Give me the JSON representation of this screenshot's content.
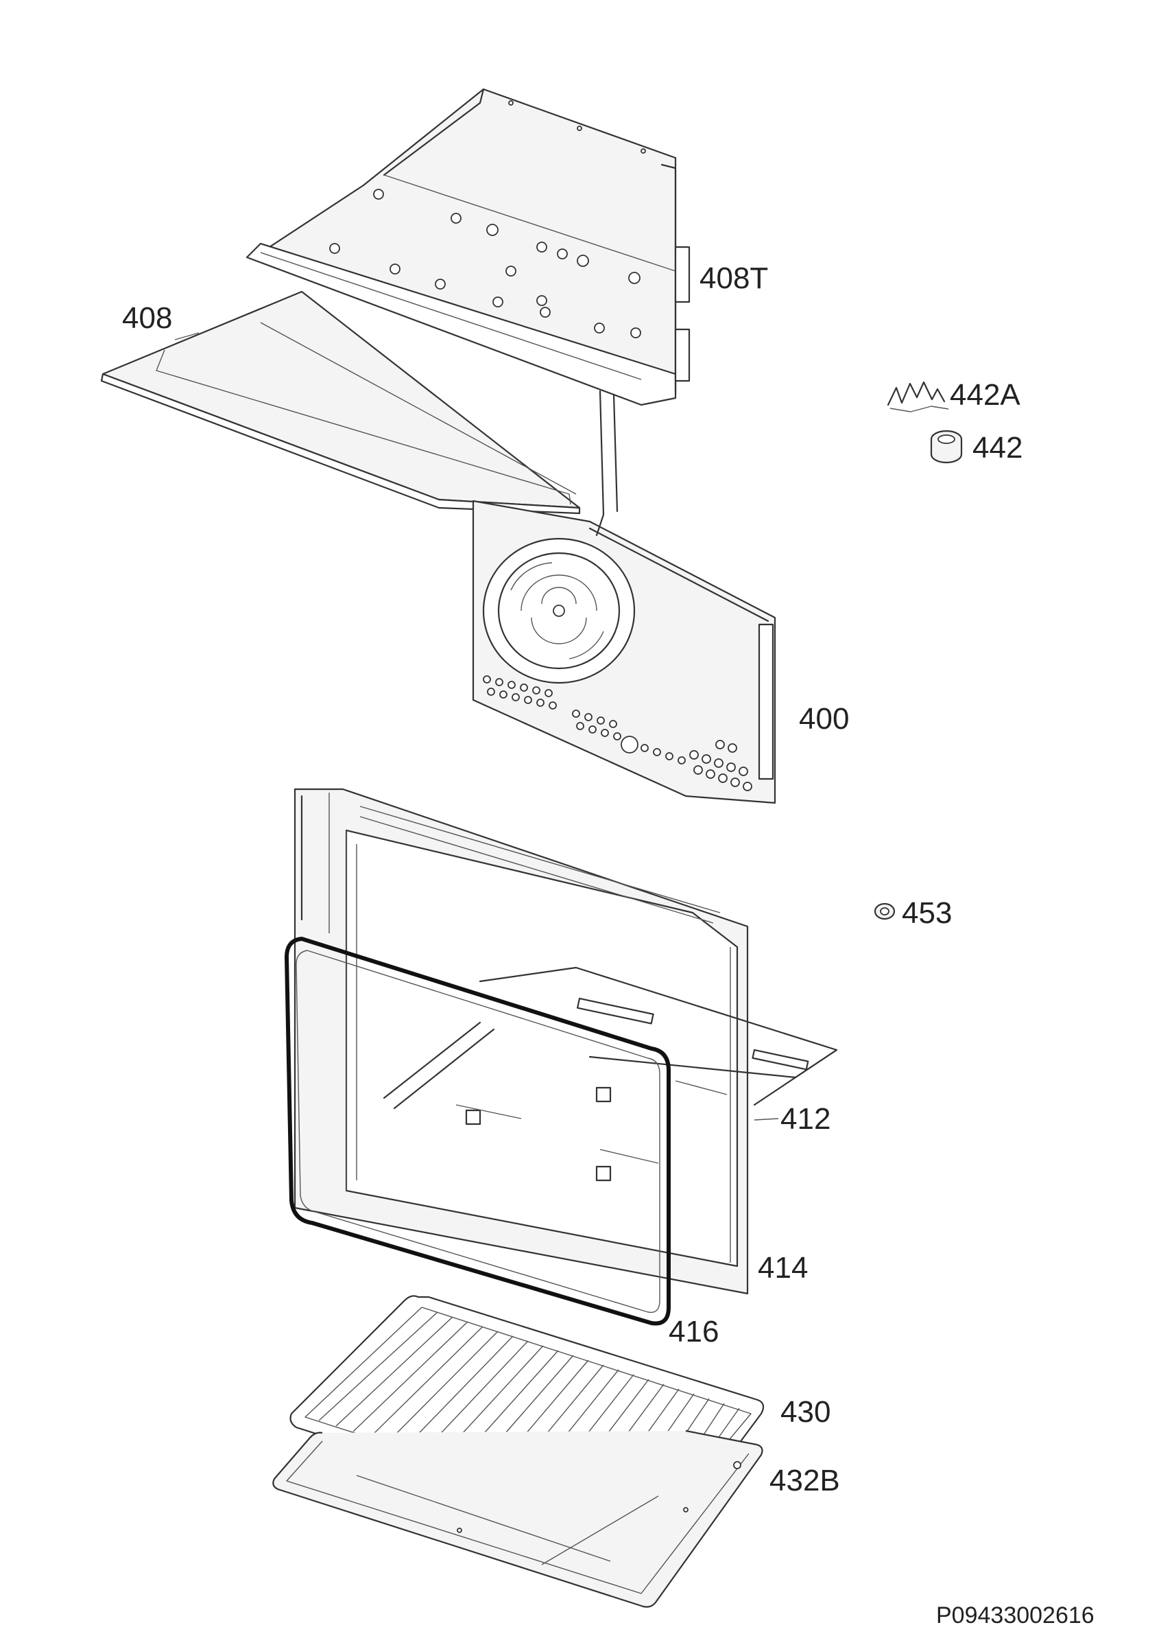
{
  "parts": [
    {
      "id": "408T",
      "label": "408T"
    },
    {
      "id": "408",
      "label": "408"
    },
    {
      "id": "442A",
      "label": "442A"
    },
    {
      "id": "442",
      "label": "442"
    },
    {
      "id": "400",
      "label": "400"
    },
    {
      "id": "453",
      "label": "453"
    },
    {
      "id": "412",
      "label": "412"
    },
    {
      "id": "414",
      "label": "414"
    },
    {
      "id": "416",
      "label": "416"
    },
    {
      "id": "430",
      "label": "430"
    },
    {
      "id": "432B",
      "label": "432B"
    }
  ],
  "document_code": "P09433002616"
}
